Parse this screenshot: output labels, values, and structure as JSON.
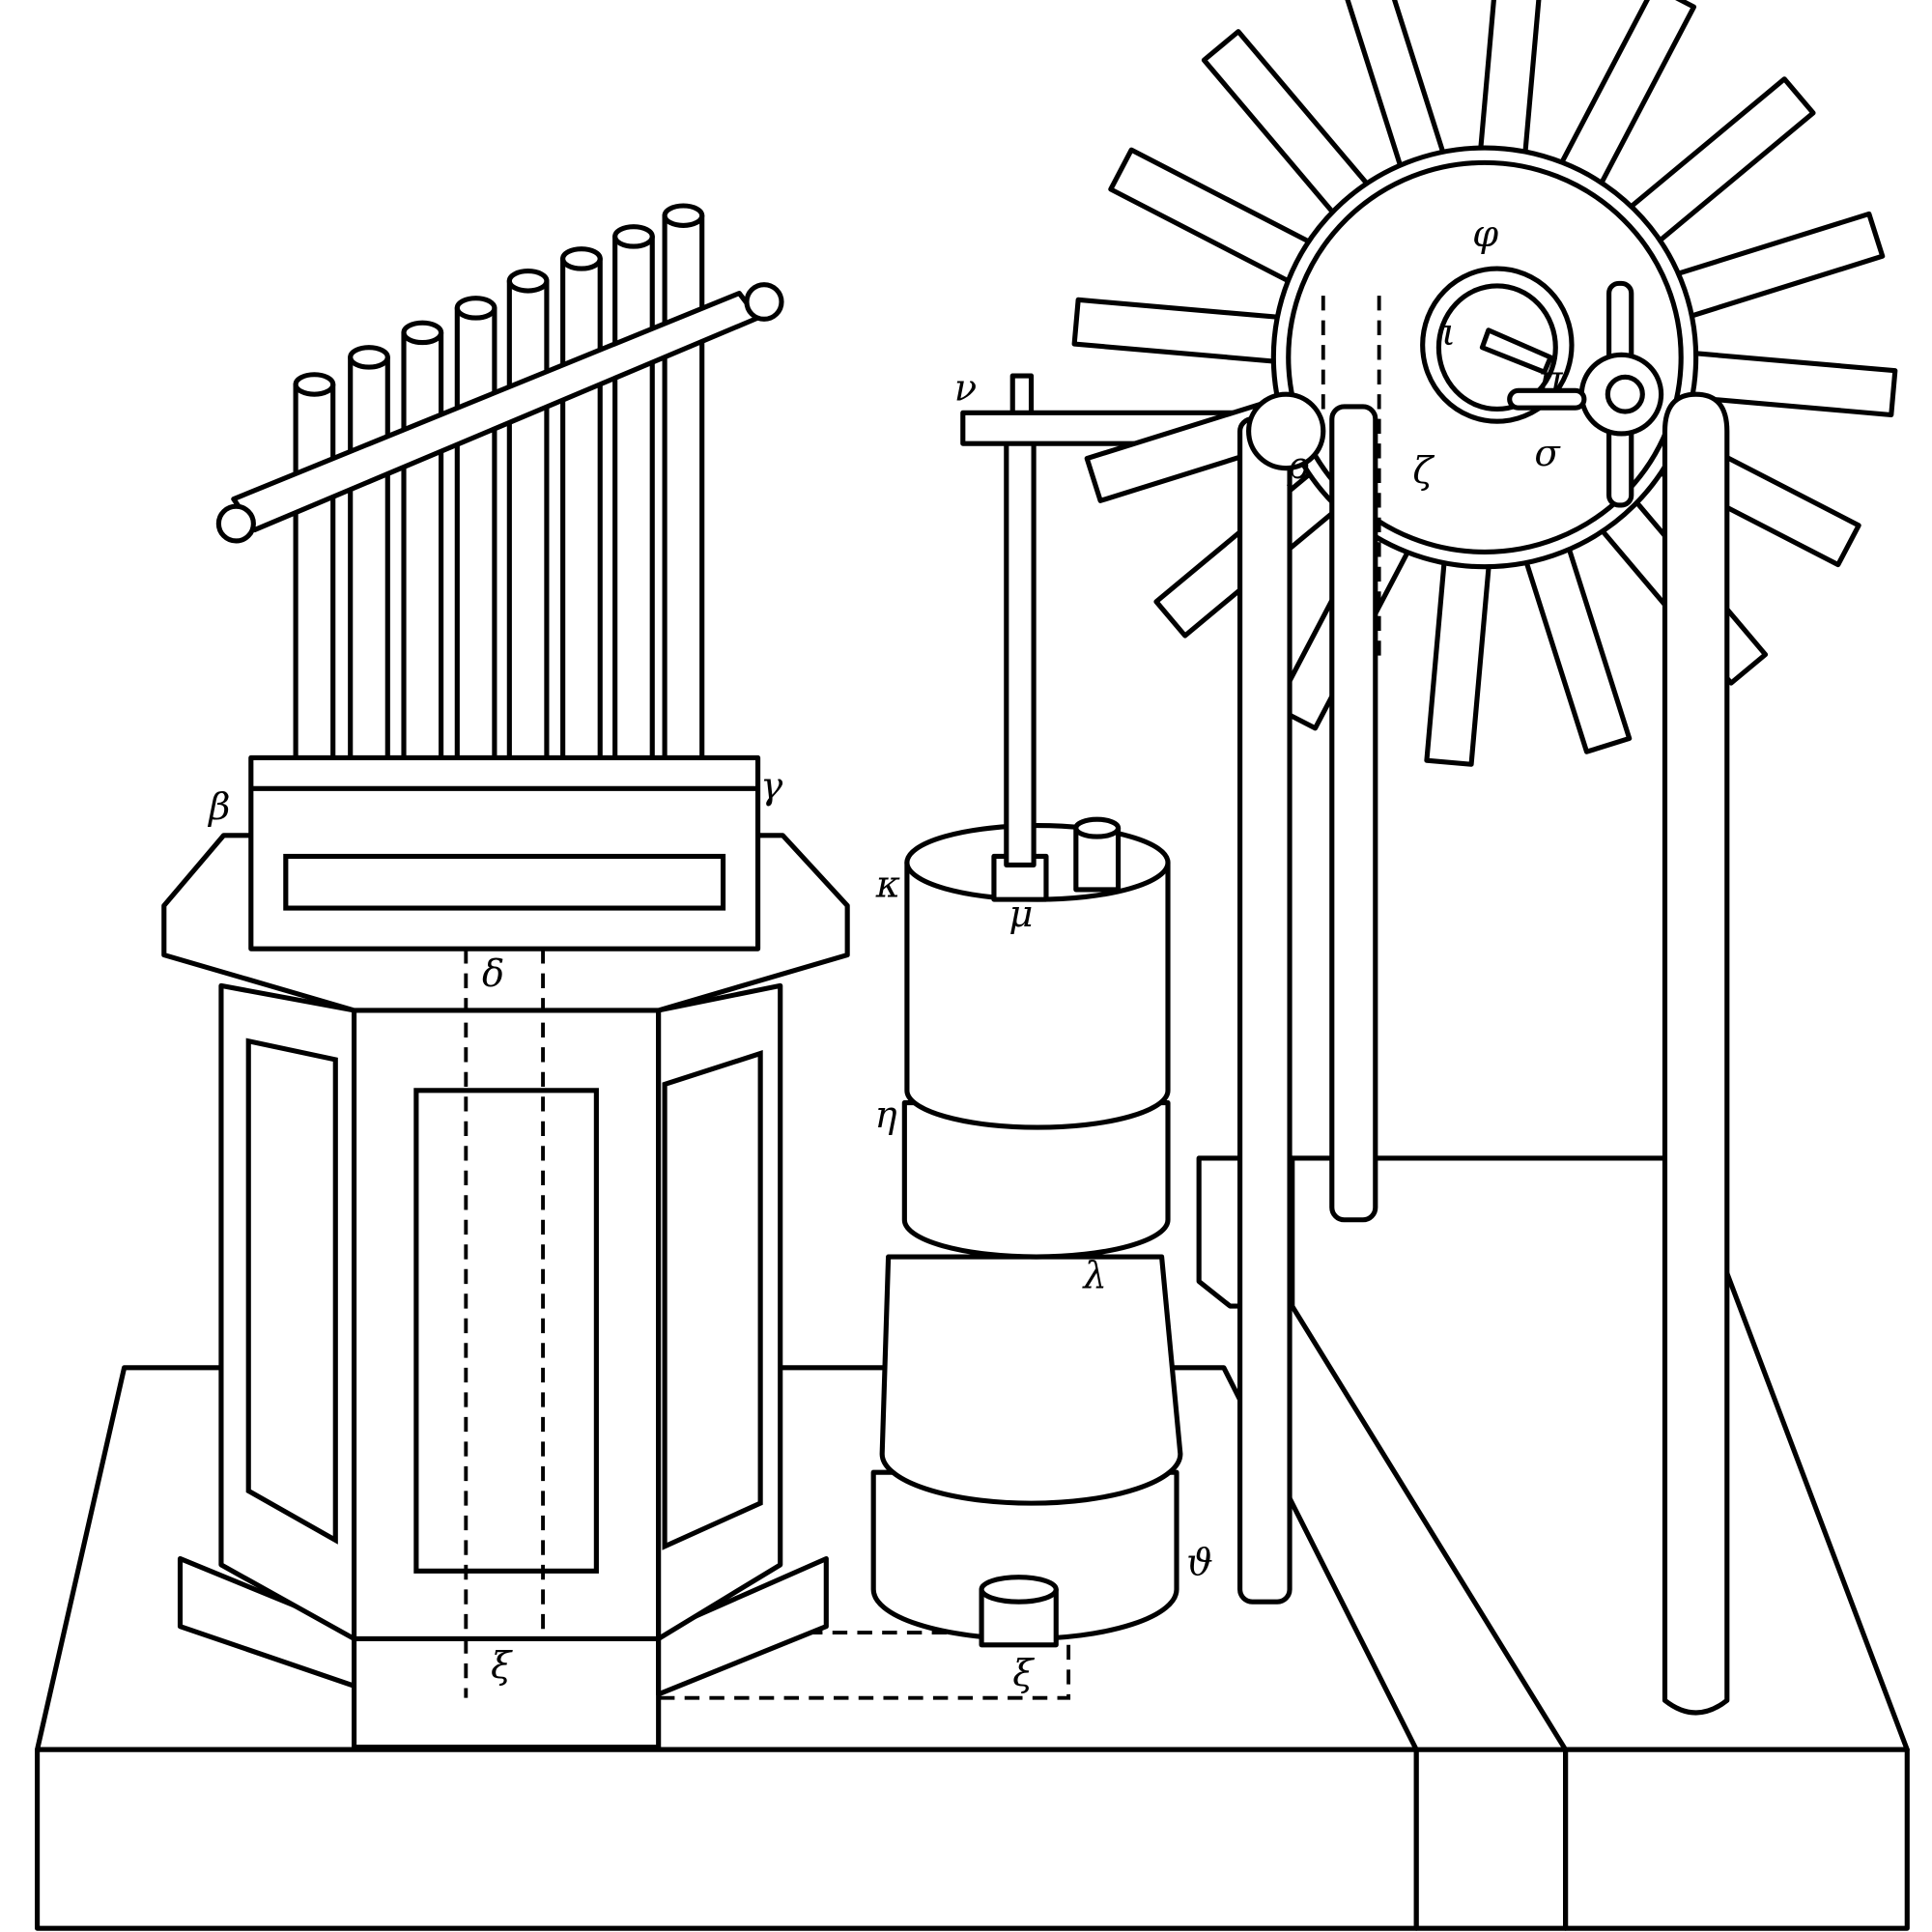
{
  "colors": {
    "ink": "#000000",
    "paper": "#ffffff"
  },
  "labels": {
    "beta": "β",
    "gamma": "γ",
    "delta": "δ",
    "xi_pedestal": "ξ",
    "xi_base": "ξ",
    "kappa": "κ",
    "mu": "μ",
    "eta": "η",
    "lambda": "λ",
    "theta": "ϑ",
    "nu": "ν",
    "phi": "φ",
    "iota": "ι",
    "rho": "ρ",
    "zeta": "ζ",
    "sigma": "σ",
    "pi": "π"
  }
}
